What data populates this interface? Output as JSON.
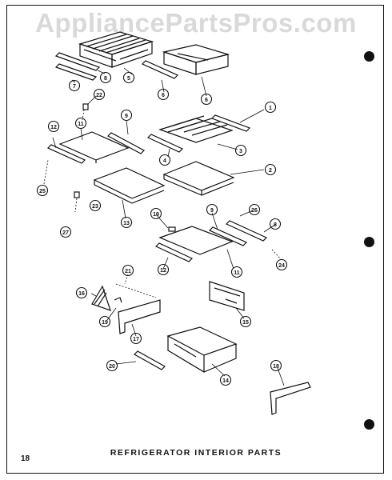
{
  "watermark": "AppliancePartsPros.com",
  "caption": "REFRIGERATOR INTERIOR PARTS",
  "page_number": "18",
  "callouts": [
    "1",
    "2",
    "3",
    "4",
    "5",
    "6",
    "7",
    "8",
    "9",
    "11",
    "12",
    "13",
    "14",
    "15",
    "16",
    "17",
    "18",
    "19",
    "20",
    "21",
    "22",
    "23",
    "24",
    "25",
    "26",
    "27"
  ]
}
